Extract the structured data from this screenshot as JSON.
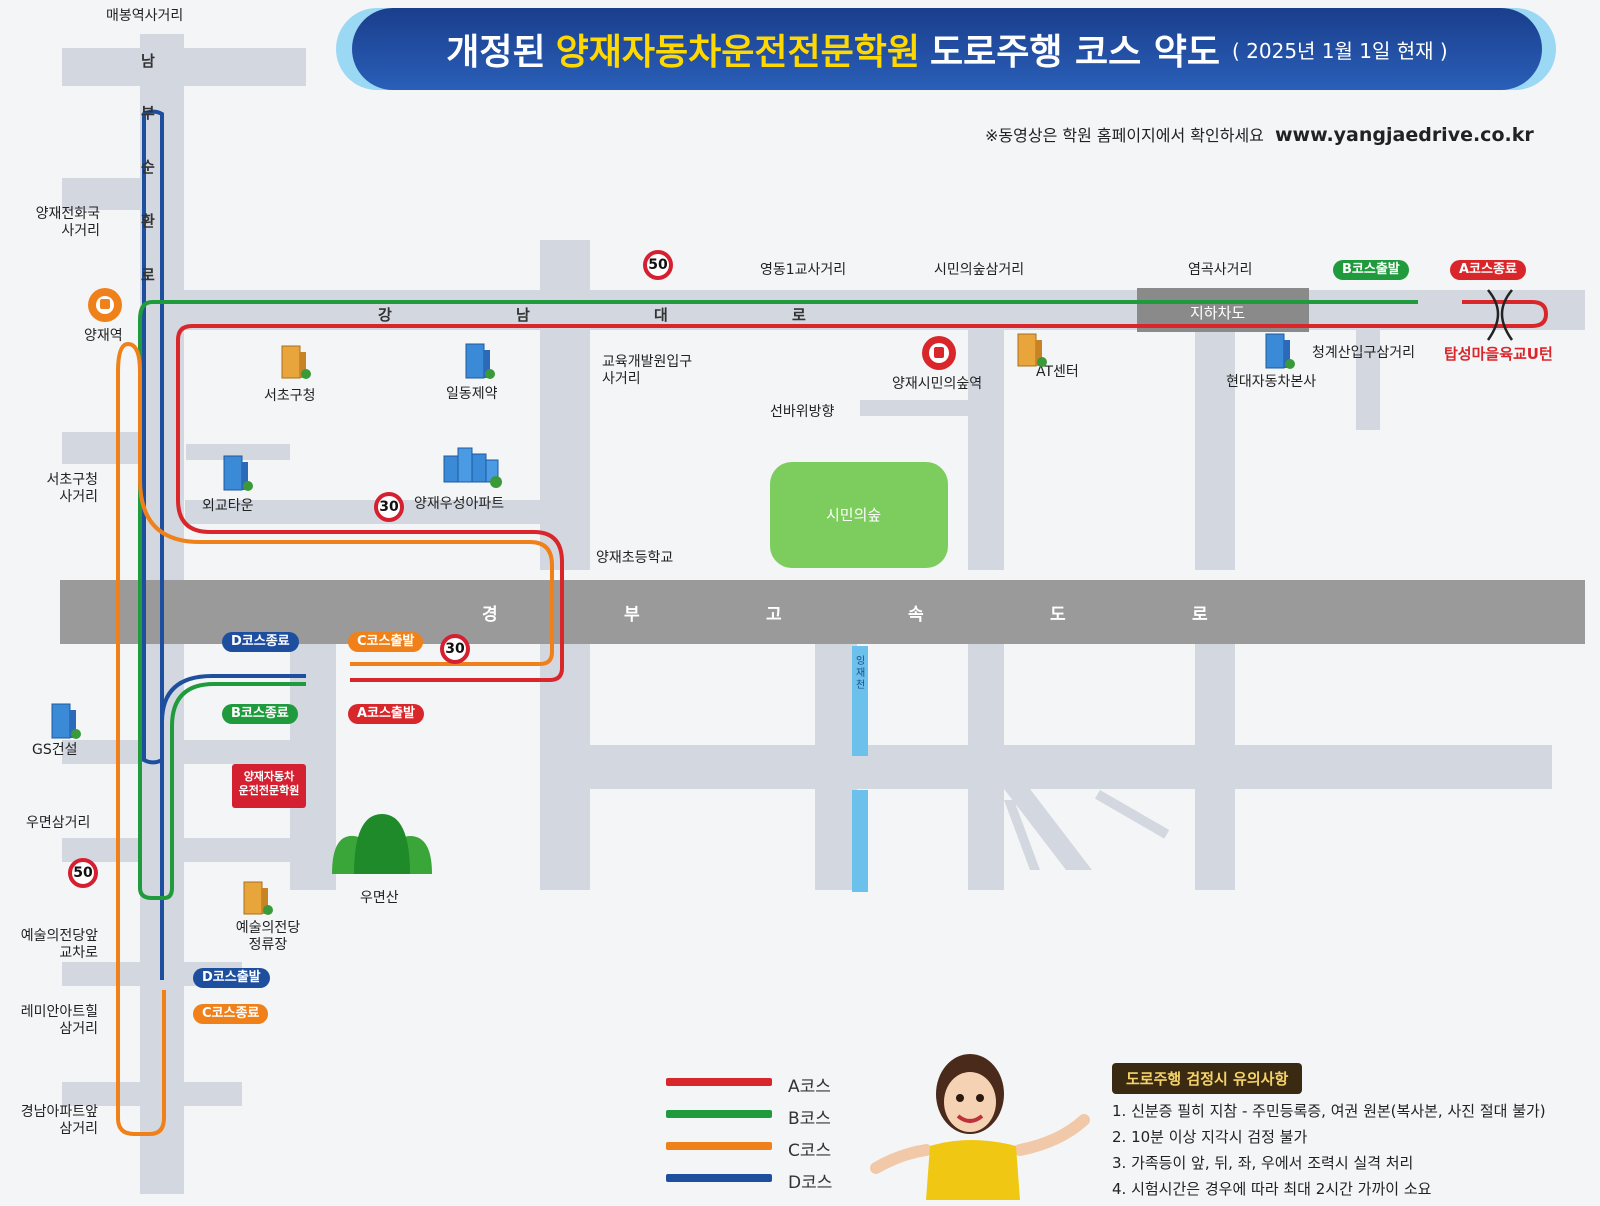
{
  "header": {
    "title_prefix": "개정된",
    "title_academy": "양재자동차운전전문학원",
    "title_suffix": "도로주행 코스 약도",
    "title_date": "( 2025년 1월 1일 현재 )",
    "note": "※동영상은 학원 홈페이지에서 확인하세요",
    "website": "www.yangjaedrive.co.kr"
  },
  "roads": {
    "nambu_chars": [
      "남",
      "부",
      "순",
      "환",
      "로"
    ],
    "gangnam_chars": [
      "강",
      "남",
      "대",
      "로"
    ],
    "gyeongbu_chars": [
      "경",
      "부",
      "고",
      "속",
      "도",
      "로"
    ],
    "underpass": "지하차도",
    "stream": "잉재천"
  },
  "places": {
    "maebong": "매봉역사거리",
    "yangjae_telecom": "양재전화국\n사거리",
    "yangjae_station": "양재역",
    "seocho_office_cross": "서초구청\n사거리",
    "gs": "GS건설",
    "umyeon_cross": "우면삼거리",
    "arts_center_cross": "예술의전당앞\n교차로",
    "raemian_cross": "레미안아트힐\n삼거리",
    "gyeongnam_cross": "경남아파트앞\n삼거리",
    "seocho_office": "서초구청",
    "ildong": "일동제약",
    "foreign_town": "외교타운",
    "woosung_apt": "양재우성아파트",
    "edu_cross": "교육개발원입구\n사거리",
    "sunbawi": "선바위방향",
    "yeongdong_cross": "영동1교사거리",
    "citizen_forest_cross": "시민의숲삼거리",
    "citizen_forest_station": "양재시민의숲역",
    "at_center": "AT센터",
    "yeomgok_cross": "염곡사거리",
    "hyundai_hq": "현대자동차본사",
    "cheonggye_cross": "청계산입구삼거리",
    "tapseong_uturn": "탑성마을육교U턴",
    "elementary": "양재초등학교",
    "citizen_forest": "시민의숲",
    "umyeonsan": "우면산",
    "arts_stop": "예술의전당\n정류장",
    "academy_logo": "양재자동차\n운전전문학원"
  },
  "badges": {
    "b_start": "B코스출발",
    "a_end": "A코스종료",
    "d_end": "D코스종료",
    "c_start": "C코스출발",
    "b_end": "B코스종료",
    "a_start": "A코스출발",
    "d_start": "D코스출발",
    "c_end": "C코스종료"
  },
  "speed_limits": {
    "s50a": "50",
    "s30a": "30",
    "s30b": "30",
    "s50b": "50"
  },
  "legend": [
    {
      "label": "A코스",
      "color": "#d8262b"
    },
    {
      "label": "B코스",
      "color": "#1f9a3c"
    },
    {
      "label": "C코스",
      "color": "#f08019"
    },
    {
      "label": "D코스",
      "color": "#1e4f9e"
    }
  ],
  "notice": {
    "title": "도로주행 검정시 유의사항",
    "items": [
      "1. 신분증 필히 지참 - 주민등록증, 여권 원본(복사본, 사진 절대 불가)",
      "2. 10분 이상 지각시 검정 불가",
      "3. 가족등이 앞, 뒤, 좌, 우에서 조력시 실격 처리",
      "4. 시험시간은 경우에 따라 최대 2시간 가까이 소요"
    ]
  },
  "colors": {
    "course_a": "#d8262b",
    "course_b": "#1f9a3c",
    "course_c": "#f08019",
    "course_d": "#1e4f9e",
    "road": "#d3d8e0",
    "highway": "#9a9a9a",
    "banner": "#1a3e8c",
    "park": "#7ccc5e"
  },
  "icons": [
    "train-station-icon",
    "subway-station-icon",
    "building-icon",
    "apartment-icon",
    "mountain-icon",
    "speed-limit-sign-icon",
    "instructor-character-icon"
  ]
}
